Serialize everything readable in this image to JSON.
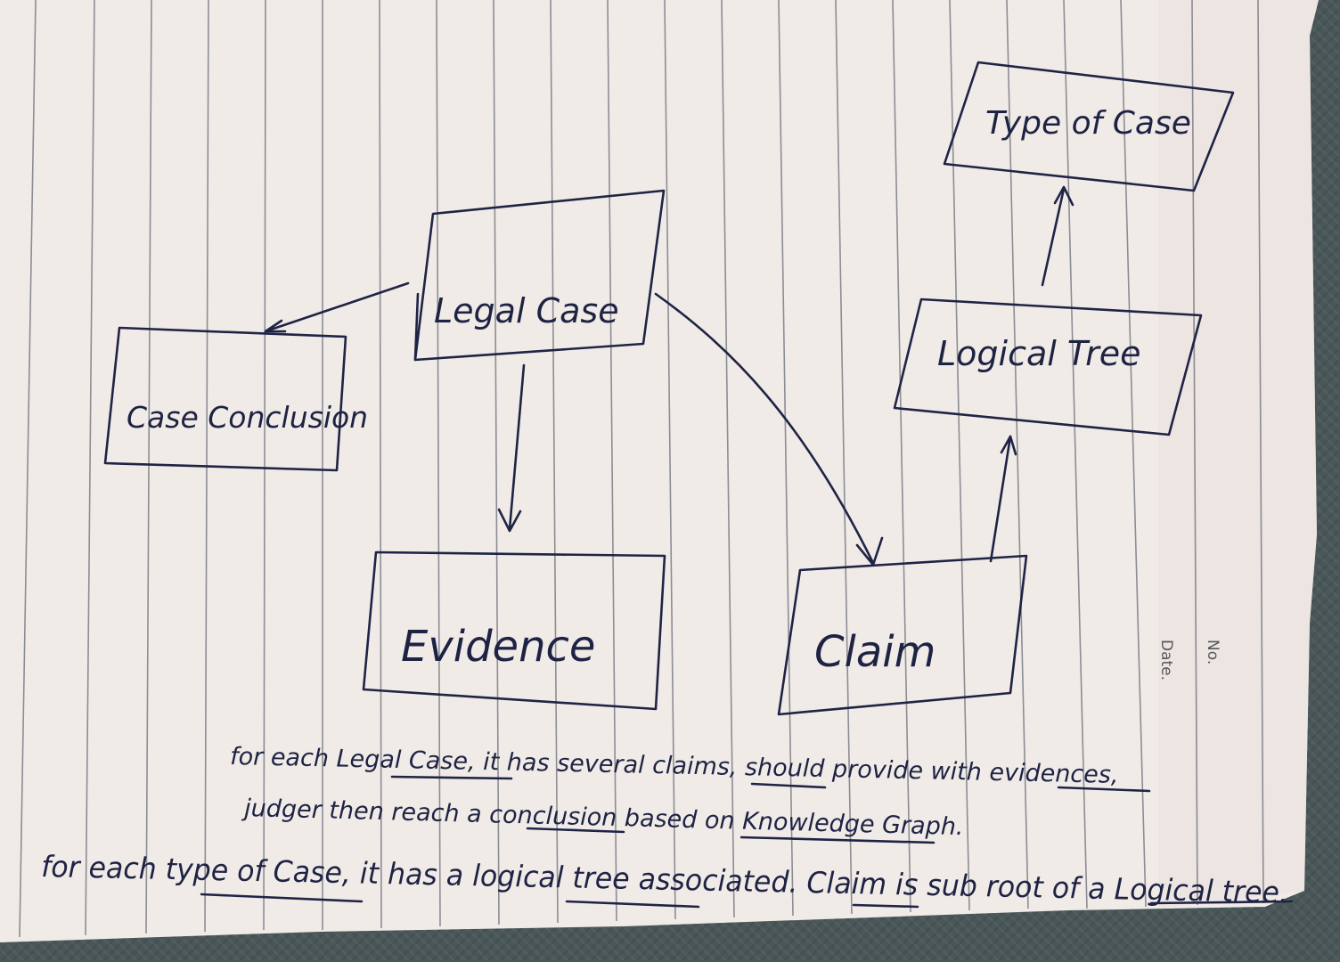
{
  "nodes": {
    "legal_case": "Legal Case",
    "case_conclusion": "Case Conclusion",
    "evidence": "Evidence",
    "claim": "Claim",
    "logical_tree": "Logical Tree",
    "type_of_case": "Type of Case"
  },
  "notes": {
    "line1": "for each Legal Case, it has several claims, should provide with evidences,",
    "line2": "judger then reach a conclusion based on Knowledge Graph.",
    "line3": "for each type of Case, it has a logical tree associated. Claim is sub root of a Logical tree."
  },
  "paper_margin": {
    "no_label": "No.",
    "date_label": "Date."
  },
  "colors": {
    "ink": "#1f2446",
    "paper": "#f2ece8",
    "rule_lines": "#6a6e7a",
    "table": "#4a5759"
  }
}
